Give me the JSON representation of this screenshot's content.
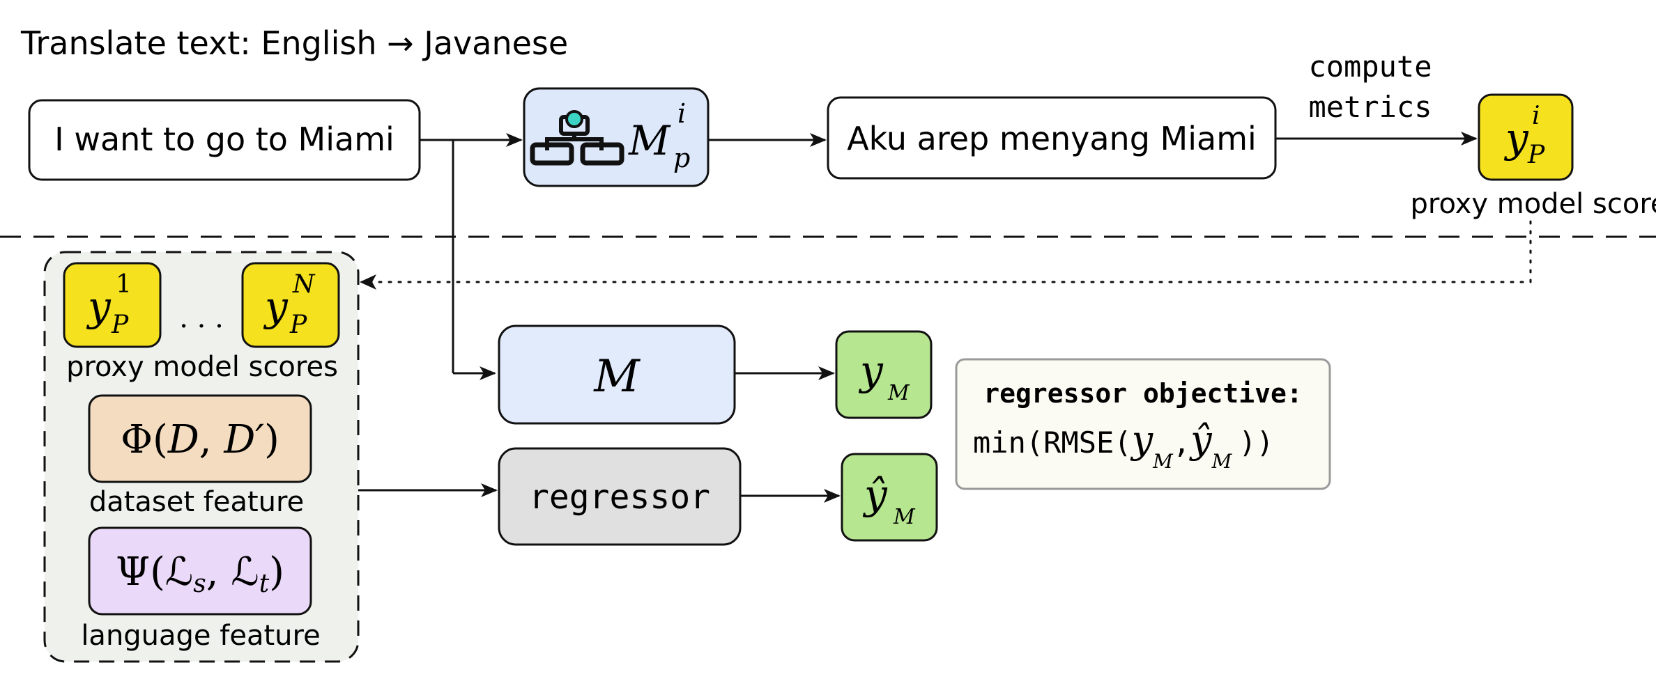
{
  "header": {
    "task": "Translate text: English → Javanese"
  },
  "pipeline": {
    "input_text": "I want to go to Miami",
    "proxy_model": {
      "symbol": "M",
      "superscript": "i",
      "subscript": "p"
    },
    "output_text": "Aku arep menyang Miami",
    "compute_label_line1": "compute",
    "compute_label_line2": "metrics",
    "proxy_score": {
      "symbol": "y",
      "superscript": "i",
      "subscript": "P"
    },
    "proxy_score_caption": "proxy model score"
  },
  "features": {
    "score_first": {
      "symbol": "y",
      "superscript": "1",
      "subscript": "P"
    },
    "ellipsis": ". . .",
    "score_last": {
      "symbol": "y",
      "superscript": "N",
      "subscript": "P"
    },
    "scores_caption": "proxy model scores",
    "dataset_feature": {
      "head": "Φ",
      "open": "(",
      "arg1": "D",
      "sep": ", ",
      "arg2": "D′",
      "close": ")"
    },
    "dataset_caption": "dataset feature",
    "language_feature": {
      "head": "Ψ",
      "open": "(",
      "arg1": "ℒ",
      "sub1": "s",
      "sep": ", ",
      "arg2": "ℒ",
      "sub2": "t",
      "close": ")"
    },
    "language_caption": "language feature"
  },
  "model": {
    "label": "M",
    "output": {
      "symbol": "y",
      "subscript": "M"
    }
  },
  "regressor": {
    "label": "regressor",
    "output": {
      "symbol": "ŷ",
      "subscript": "M"
    }
  },
  "objective": {
    "title": "regressor objective:",
    "expr_prefix": "min(RMSE(",
    "y": "y",
    "y_sub": "M",
    "comma": ",",
    "yhat": "ŷ",
    "yhat_sub": "M",
    "expr_suffix": "))"
  },
  "colors": {
    "proxy_model_fill": "#dde8fb",
    "model_fill": "#e2ebfb",
    "score_fill": "#f5e11e",
    "output_fill": "#b7e690",
    "regressor_fill": "#e0e0e0",
    "dataset_fill": "#f3dcc0",
    "language_fill": "#ead9f9",
    "feature_group_fill": "#eff1ec",
    "objective_fill": "#fbfbf3",
    "icon_dot": "#3cd3c5"
  }
}
